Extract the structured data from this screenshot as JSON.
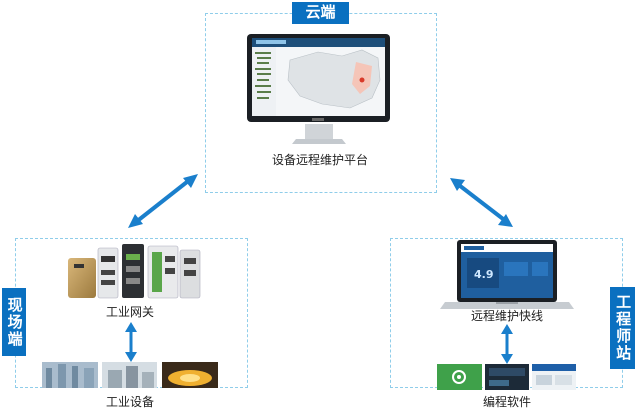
{
  "zones": {
    "cloud": {
      "tag": "云端",
      "caption": "设备远程维护平台"
    },
    "field": {
      "tag": "现场端",
      "gateway_label": "工业网关",
      "equipment_label": "工业设备"
    },
    "engineer": {
      "tag": "工程师站",
      "vpn_label": "远程维护快线",
      "software_label": "编程软件"
    }
  },
  "colors": {
    "accent": "#0a70c0",
    "dash": "#8fcdea",
    "arrow": "#1a7fcc"
  }
}
